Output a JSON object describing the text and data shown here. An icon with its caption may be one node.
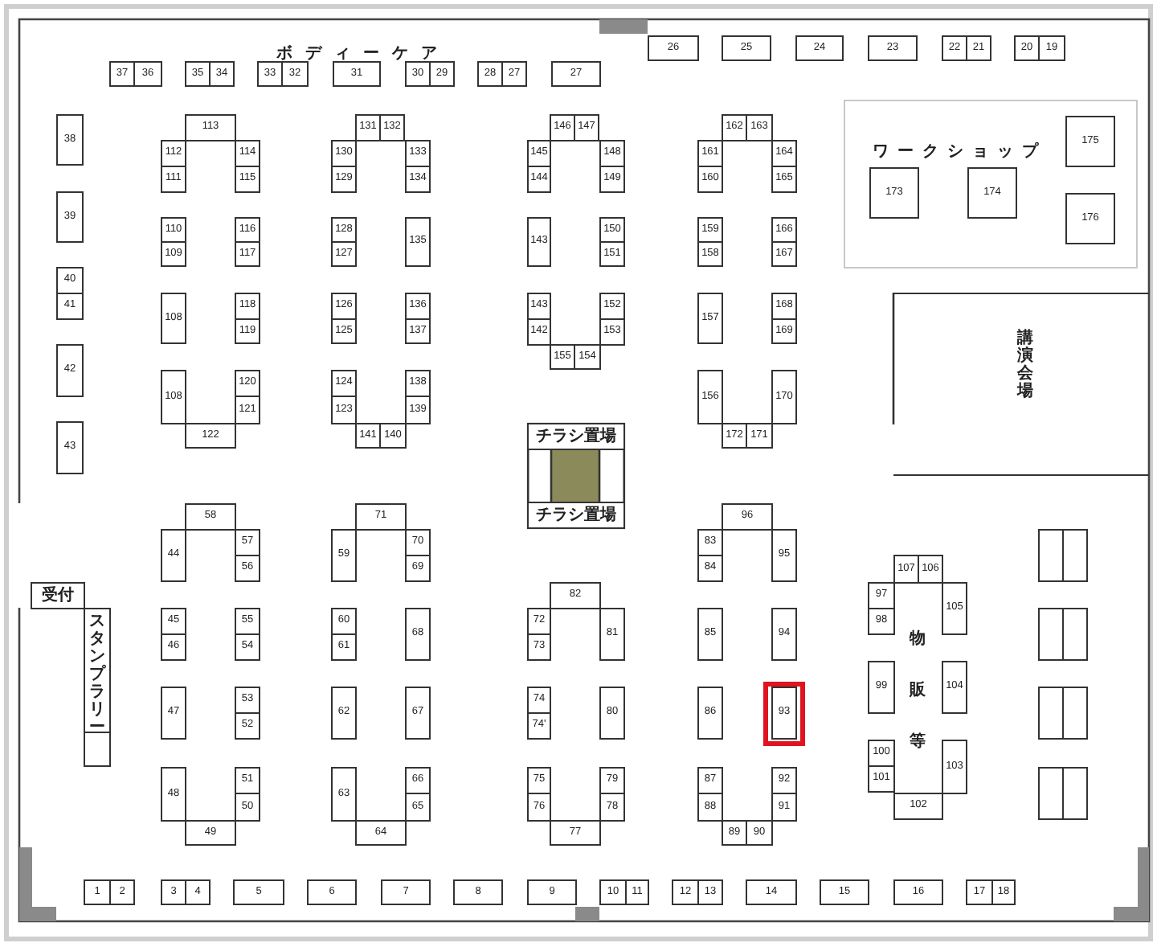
{
  "diagram": {
    "nodes": [
      {
        "text": [
          "26"
        ]
      },
      {
        "text": [
          "25"
        ]
      },
      {
        "text": [
          "24"
        ]
      },
      {
        "text": [
          "23"
        ]
      },
      {
        "text": [
          "22"
        ]
      },
      {
        "text": [
          "21"
        ]
      },
      {
        "text": [
          "20"
        ]
      },
      {
        "text": [
          "19"
        ]
      },
      {
        "text": [
          "37"
        ]
      },
      {
        "text": [
          "36"
        ]
      },
      {
        "text": [
          "35"
        ]
      },
      {
        "text": [
          "34"
        ]
      },
      {
        "text": [
          "33"
        ]
      },
      {
        "text": [
          "32"
        ]
      },
      {
        "text": [
          "31"
        ]
      },
      {
        "text": [
          "30"
        ]
      },
      {
        "text": [
          "29"
        ]
      },
      {
        "text": [
          "28"
        ]
      },
      {
        "text": [
          "27"
        ]
      },
      {
        "text": [
          "27"
        ]
      },
      {
        "text": [
          "38"
        ]
      },
      {
        "text": [
          "39"
        ]
      },
      {
        "text": [
          "40"
        ]
      },
      {
        "text": [
          "41"
        ]
      },
      {
        "text": [
          "42"
        ]
      },
      {
        "text": [
          "43"
        ]
      },
      {
        "text": [
          "113"
        ]
      },
      {
        "text": [
          "112"
        ]
      },
      {
        "text": [
          "111"
        ]
      },
      {
        "text": [
          "114"
        ]
      },
      {
        "text": [
          "115"
        ]
      },
      {
        "text": [
          "110"
        ]
      },
      {
        "text": [
          "109"
        ]
      },
      {
        "text": [
          "116"
        ]
      },
      {
        "text": [
          "117"
        ]
      },
      {
        "text": [
          "108"
        ]
      },
      {
        "text": [
          "118"
        ]
      },
      {
        "text": [
          "119"
        ]
      },
      {
        "text": [
          "108"
        ]
      },
      {
        "text": [
          "120"
        ]
      },
      {
        "text": [
          "121"
        ]
      },
      {
        "text": [
          "122"
        ]
      },
      {
        "text": [
          "131"
        ]
      },
      {
        "text": [
          "132"
        ]
      },
      {
        "text": [
          "130"
        ]
      },
      {
        "text": [
          "129"
        ]
      },
      {
        "text": [
          "133"
        ]
      },
      {
        "text": [
          "134"
        ]
      },
      {
        "text": [
          "128"
        ]
      },
      {
        "text": [
          "127"
        ]
      },
      {
        "text": [
          "135"
        ]
      },
      {
        "text": [
          "126"
        ]
      },
      {
        "text": [
          "125"
        ]
      },
      {
        "text": [
          "136"
        ]
      },
      {
        "text": [
          "137"
        ]
      },
      {
        "text": [
          "124"
        ]
      },
      {
        "text": [
          "123"
        ]
      },
      {
        "text": [
          "138"
        ]
      },
      {
        "text": [
          "139"
        ]
      },
      {
        "text": [
          "141"
        ]
      },
      {
        "text": [
          "140"
        ]
      },
      {
        "text": [
          "146"
        ]
      },
      {
        "text": [
          "147"
        ]
      },
      {
        "text": [
          "145"
        ]
      },
      {
        "text": [
          "144"
        ]
      },
      {
        "text": [
          "148"
        ]
      },
      {
        "text": [
          "149"
        ]
      },
      {
        "text": [
          "143"
        ]
      },
      {
        "text": [
          "150"
        ]
      },
      {
        "text": [
          "151"
        ]
      },
      {
        "text": [
          "143"
        ]
      },
      {
        "text": [
          "142"
        ]
      },
      {
        "text": [
          "152"
        ]
      },
      {
        "text": [
          "153"
        ]
      },
      {
        "text": [
          "155"
        ]
      },
      {
        "text": [
          "154"
        ]
      },
      {
        "text": [
          "162"
        ]
      },
      {
        "text": [
          "163"
        ]
      },
      {
        "text": [
          "161"
        ]
      },
      {
        "text": [
          "160"
        ]
      },
      {
        "text": [
          "164"
        ]
      },
      {
        "text": [
          "165"
        ]
      },
      {
        "text": [
          "159"
        ]
      },
      {
        "text": [
          "158"
        ]
      },
      {
        "text": [
          "166"
        ]
      },
      {
        "text": [
          "167"
        ]
      },
      {
        "text": [
          "157"
        ]
      },
      {
        "text": [
          "168"
        ]
      },
      {
        "text": [
          "169"
        ]
      },
      {
        "text": [
          "156"
        ]
      },
      {
        "text": [
          "170"
        ]
      },
      {
        "text": [
          "172"
        ]
      },
      {
        "text": [
          "171"
        ]
      },
      {
        "text": [
          "ワークショップ"
        ]
      },
      {
        "text": [
          "173"
        ],
        "in": 93
      },
      {
        "text": [
          "174"
        ],
        "in": 93
      },
      {
        "text": [
          "175"
        ],
        "in": 93
      },
      {
        "text": [
          "176"
        ],
        "in": 93
      },
      {
        "text": [
          "講演会場"
        ]
      },
      {
        "text": [
          "チラシ置場"
        ]
      },
      {
        "text": [
          "チラシ置場"
        ]
      },
      {
        "text": [
          "受付"
        ]
      },
      {
        "text": [
          "スタンプラリー"
        ]
      },
      {
        "text": [],
        "shape": "box"
      },
      {
        "text": [
          "58"
        ]
      },
      {
        "text": [
          "44"
        ]
      },
      {
        "text": [
          "57"
        ]
      },
      {
        "text": [
          "56"
        ]
      },
      {
        "text": [
          "45"
        ]
      },
      {
        "text": [
          "46"
        ]
      },
      {
        "text": [
          "55"
        ]
      },
      {
        "text": [
          "54"
        ]
      },
      {
        "text": [
          "47"
        ]
      },
      {
        "text": [
          "53"
        ]
      },
      {
        "text": [
          "52"
        ]
      },
      {
        "text": [
          "48"
        ]
      },
      {
        "text": [
          "51"
        ]
      },
      {
        "text": [
          "50"
        ]
      },
      {
        "text": [
          "49"
        ]
      },
      {
        "text": [
          "71"
        ]
      },
      {
        "text": [
          "59"
        ]
      },
      {
        "text": [
          "70"
        ]
      },
      {
        "text": [
          "69"
        ]
      },
      {
        "text": [
          "60"
        ]
      },
      {
        "text": [
          "61"
        ]
      },
      {
        "text": [
          "68"
        ]
      },
      {
        "text": [
          "62"
        ]
      },
      {
        "text": [
          "67"
        ]
      },
      {
        "text": [
          "63"
        ]
      },
      {
        "text": [
          "66"
        ]
      },
      {
        "text": [
          "65"
        ]
      },
      {
        "text": [
          "64"
        ]
      },
      {
        "text": [
          "82"
        ]
      },
      {
        "text": [
          "72"
        ]
      },
      {
        "text": [
          "73"
        ]
      },
      {
        "text": [
          "81"
        ]
      },
      {
        "text": [
          "74"
        ]
      },
      {
        "text": [
          "74'"
        ]
      },
      {
        "text": [
          "80"
        ]
      },
      {
        "text": [
          "75"
        ]
      },
      {
        "text": [
          "76"
        ]
      },
      {
        "text": [
          "79"
        ]
      },
      {
        "text": [
          "78"
        ]
      },
      {
        "text": [
          "77"
        ]
      },
      {
        "text": [
          "96"
        ]
      },
      {
        "text": [
          "83"
        ]
      },
      {
        "text": [
          "84"
        ]
      },
      {
        "text": [
          "95"
        ]
      },
      {
        "text": [
          "85"
        ]
      },
      {
        "text": [
          "94"
        ]
      },
      {
        "text": [
          "86"
        ]
      },
      {
        "text": [
          "93"
        ]
      },
      {
        "text": [
          "87"
        ]
      },
      {
        "text": [
          "88"
        ]
      },
      {
        "text": [
          "92"
        ]
      },
      {
        "text": [
          "91"
        ]
      },
      {
        "text": [
          "89"
        ]
      },
      {
        "text": [
          "90"
        ]
      },
      {
        "text": [
          "107"
        ]
      },
      {
        "text": [
          "106"
        ]
      },
      {
        "text": [
          "97"
        ]
      },
      {
        "text": [
          "98"
        ]
      },
      {
        "text": [
          "105"
        ]
      },
      {
        "text": [
          "99"
        ]
      },
      {
        "text": [
          "104"
        ]
      },
      {
        "text": [
          "100"
        ]
      },
      {
        "text": [
          "101"
        ]
      },
      {
        "text": [
          "103"
        ]
      },
      {
        "text": [
          "102"
        ]
      },
      {
        "text": [],
        "shape": "box"
      },
      {
        "text": [],
        "shape": "box"
      },
      {
        "text": [],
        "shape": "box"
      },
      {
        "text": [],
        "shape": "box"
      },
      {
        "text": [],
        "shape": "box"
      },
      {
        "text": [],
        "shape": "box"
      },
      {
        "text": [],
        "shape": "box"
      },
      {
        "text": [],
        "shape": "box"
      },
      {
        "text": [
          "1"
        ]
      },
      {
        "text": [
          "2"
        ]
      },
      {
        "text": [
          "3"
        ]
      },
      {
        "text": [
          "4"
        ]
      },
      {
        "text": [
          "5"
        ]
      },
      {
        "text": [
          "6"
        ]
      },
      {
        "text": [
          "7"
        ]
      },
      {
        "text": [
          "8"
        ]
      },
      {
        "text": [
          "9"
        ]
      },
      {
        "text": [
          "10"
        ]
      },
      {
        "text": [
          "11"
        ]
      },
      {
        "text": [
          "12"
        ]
      },
      {
        "text": [
          "13"
        ]
      },
      {
        "text": [
          "14"
        ]
      },
      {
        "text": [
          "15"
        ]
      },
      {
        "text": [
          "16"
        ]
      },
      {
        "text": [
          "17"
        ]
      },
      {
        "text": [
          "18"
        ]
      }
    ],
    "labels": [
      "ボディーケア",
      "物販等"
    ]
  }
}
